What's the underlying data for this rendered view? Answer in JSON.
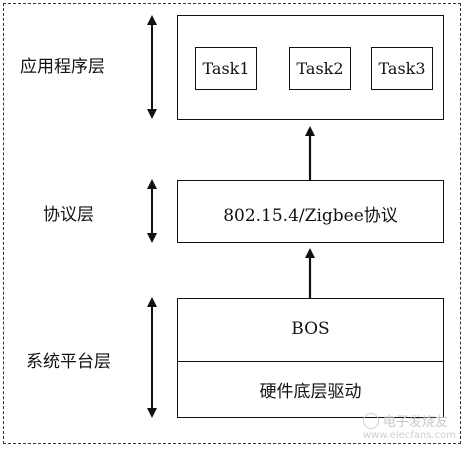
{
  "layers": {
    "application": "应用程序层",
    "protocol": "协议层",
    "platform": "系统平台层"
  },
  "tasks": [
    "Task1",
    "Task2",
    "Task3"
  ],
  "protocol_box": "802.15.4/Zigbee协议",
  "platform_box": {
    "top": "BOS",
    "bottom": "硬件底层驱动"
  },
  "watermark": {
    "title": "电子发烧友",
    "url": "www.elecfans.com"
  }
}
